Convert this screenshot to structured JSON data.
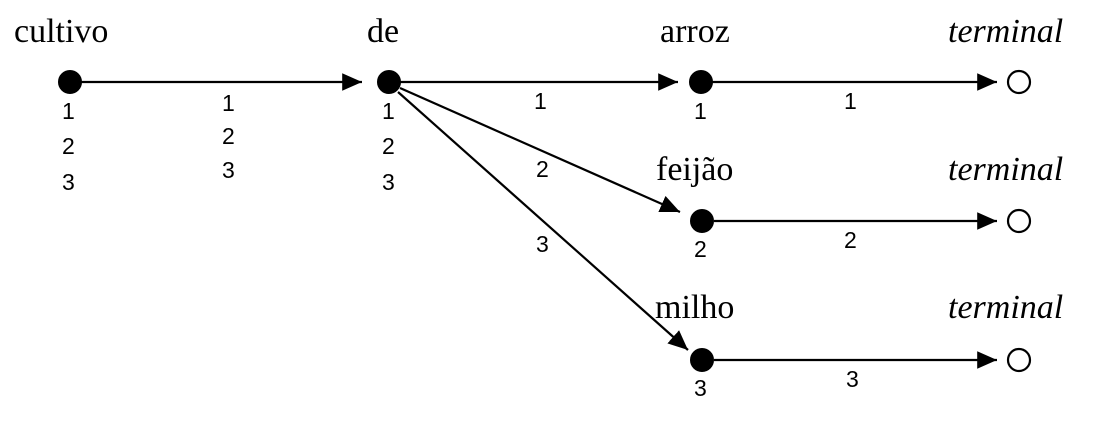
{
  "words": {
    "cultivo": "cultivo",
    "de": "de",
    "arroz": "arroz",
    "feijao": "feijão",
    "milho": "milho",
    "terminal_1": "terminal",
    "terminal_2": "terminal",
    "terminal_3": "terminal"
  },
  "node_labels": {
    "cultivo": [
      "1",
      "2",
      "3"
    ],
    "de": [
      "1",
      "2",
      "3"
    ],
    "arroz": [
      "1"
    ],
    "feijao": [
      "2"
    ],
    "milho": [
      "3"
    ]
  },
  "edge_labels": {
    "cultivo_de": [
      "1",
      "2",
      "3"
    ],
    "de_arroz": "1",
    "de_feijao": "2",
    "de_milho": "3",
    "arroz_terminal": "1",
    "feijao_terminal": "2",
    "milho_terminal": "3"
  }
}
